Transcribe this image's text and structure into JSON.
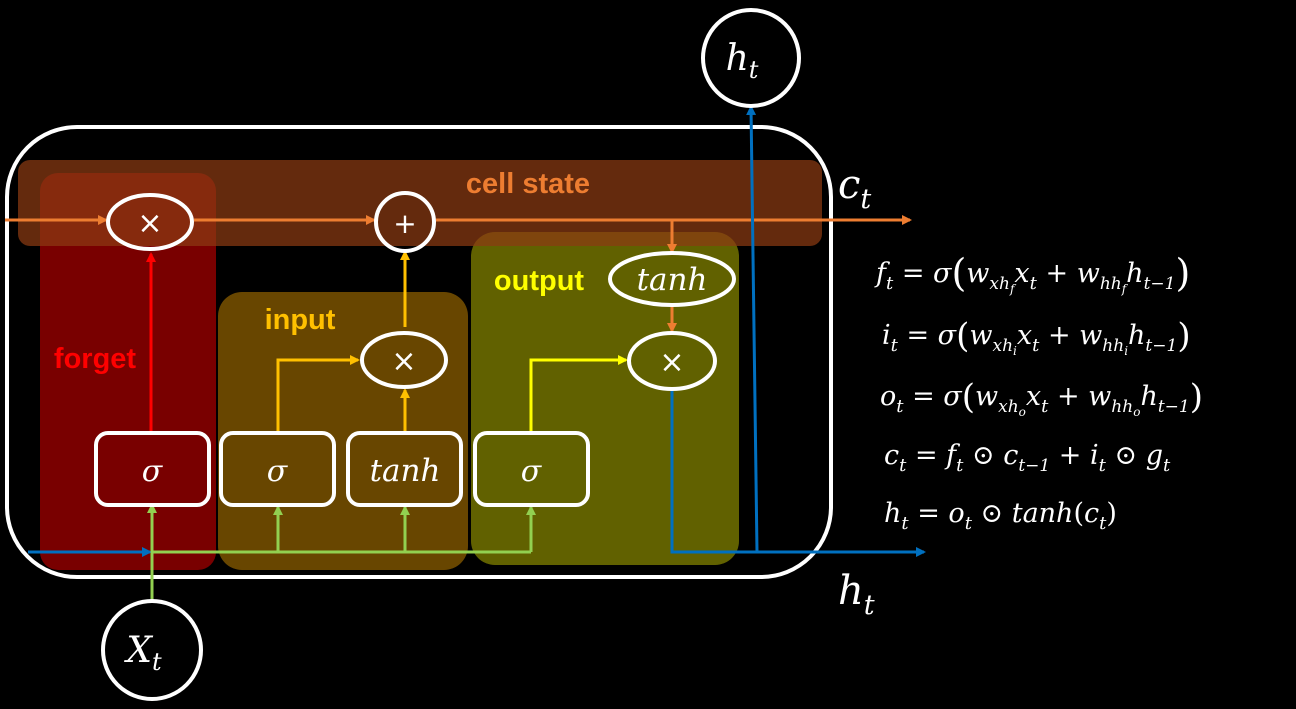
{
  "colors": {
    "background": "#000000",
    "frame": "#ffffff",
    "cell_state_line": "#ed7d31",
    "forget": "#ff0000",
    "input": "#ffc000",
    "output": "#ffff00",
    "hidden": "#0070c0",
    "x_input": "#92d050"
  },
  "labels": {
    "cell_state": "cell state",
    "forget": "forget",
    "input": "input",
    "output": "output"
  },
  "ops": {
    "multiply": "×",
    "add": "+",
    "tanh": "tanh",
    "sigma": "σ"
  },
  "nodes": {
    "ht_top": "h",
    "ht_top_sub": "t",
    "xt": "X",
    "xt_sub": "t",
    "ct_out": "c",
    "ct_out_sub": "t",
    "ht_out": "h",
    "ht_out_sub": "t"
  },
  "equations": [
    "f_t = σ(w_xh_f x_t + w_hh_f h_t−1)",
    "i_t = σ(w_xh_i x_t + w_hh_i h_t−1)",
    "o_t = σ(w_xh_o x_t + w_hh_o h_t−1)",
    "c_t = f_t ⊙ c_t−1 + i_t ⊙ g_t",
    "h_t = o_t ⊙ tanh(c_t)"
  ]
}
